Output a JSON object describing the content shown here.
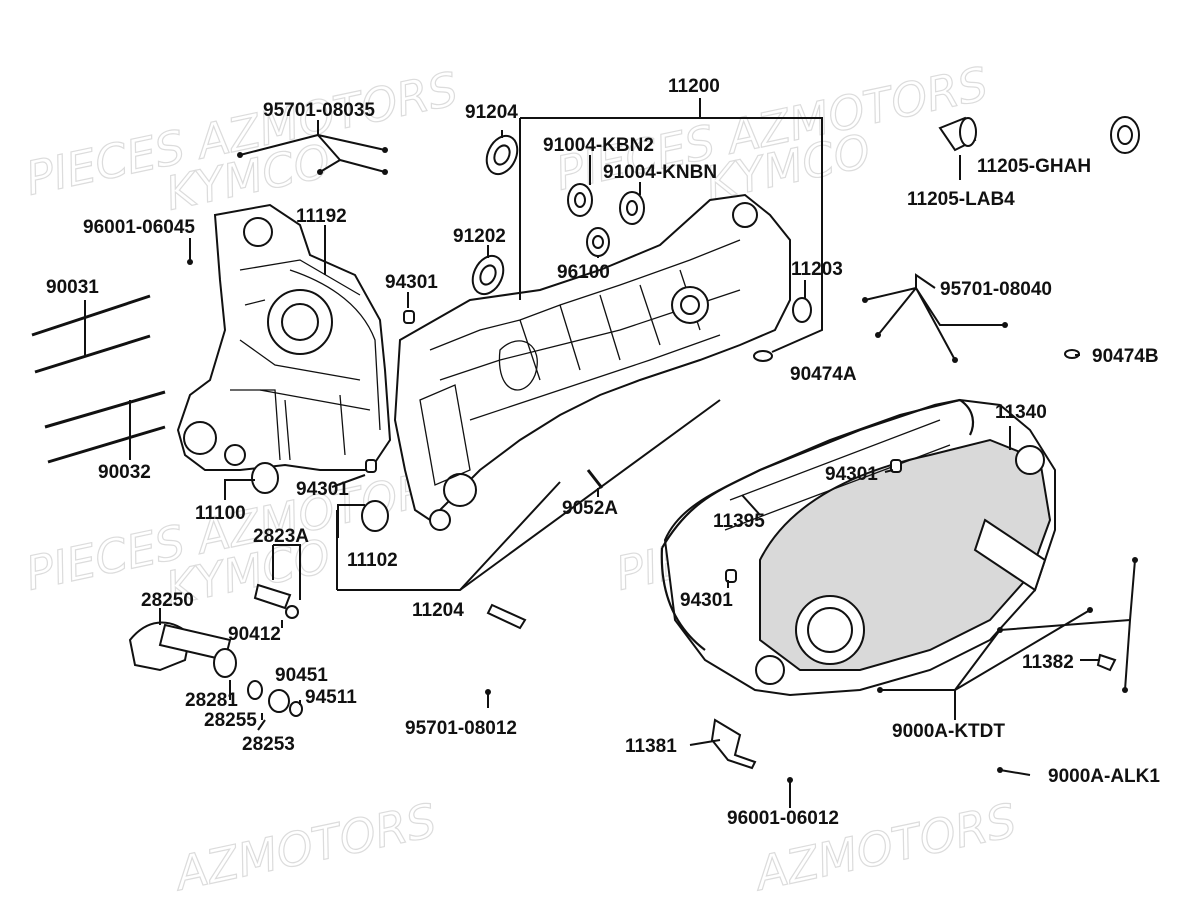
{
  "watermark": {
    "line1": "PIECES AZMOTORS",
    "line2": "KYMCO",
    "line3": "AZMOTORS"
  },
  "logo_text": "KYMCO",
  "labels": {
    "p11200": "11200",
    "p95701_08035": "95701-08035",
    "p91204": "91204",
    "p91004_kbn2": "91004-KBN2",
    "p91004_knbn": "91004-KNBN",
    "p11205_ghah": "11205-GHAH",
    "p11205_lab4": "11205-LAB4",
    "p96001_06045": "96001-06045",
    "p11192": "11192",
    "p91202": "91202",
    "p96100": "96100",
    "p11203": "11203",
    "p90031": "90031",
    "p94301_a": "94301",
    "p95701_08040": "95701-08040",
    "p90474b": "90474B",
    "p90474a": "90474A",
    "p11340": "11340",
    "p90032": "90032",
    "p94301_b": "94301",
    "p94301_c": "94301",
    "p9052a": "9052A",
    "p11100": "11100",
    "p11395": "11395",
    "p2823a": "2823A",
    "p11102": "11102",
    "p28250": "28250",
    "p94301_d": "94301",
    "p11204": "11204",
    "p90412": "90412",
    "p11382": "11382",
    "p90451": "90451",
    "p28281": "28281",
    "p94511": "94511",
    "p28255": "28255",
    "p95701_08012": "95701-08012",
    "p9000a_ktdt": "9000A-KTDT",
    "p28253": "28253",
    "p11381": "11381",
    "p9000a_alk1": "9000A-ALK1",
    "p96001_06012": "96001-06012"
  }
}
